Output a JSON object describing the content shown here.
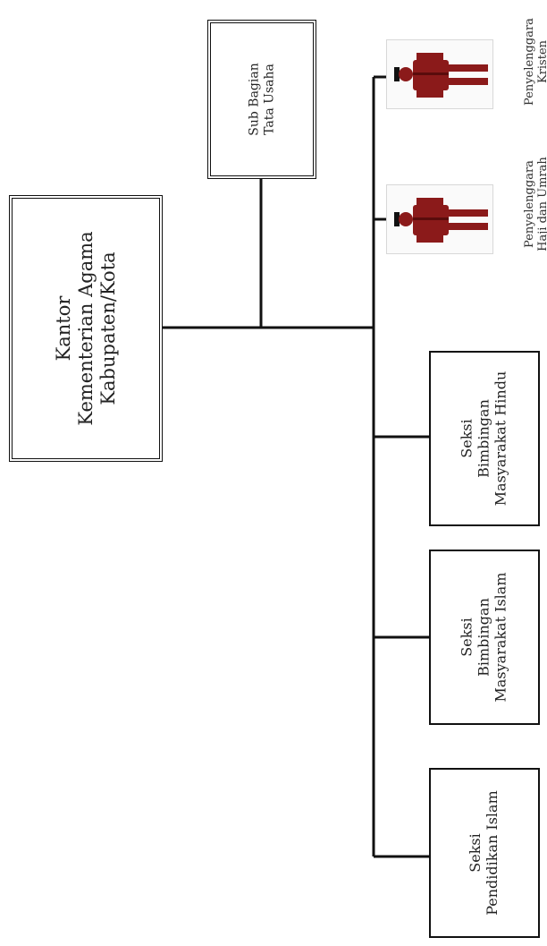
{
  "head": {
    "line1": "Kantor",
    "line2": "Kementerian Agama",
    "line3": "Kabupaten/Kota"
  },
  "sub_bagian": {
    "line1": "Sub Bagian",
    "line2": "Tata Usaha"
  },
  "seksi_hindu": {
    "line1": "Seksi",
    "line2": "Bimbingan",
    "line3": "Masyarakat Hindu"
  },
  "seksi_islam": {
    "line1": "Seksi",
    "line2": "Bimbingan",
    "line3": "Masyarakat Islam"
  },
  "seksi_pendidikan": {
    "line1": "Seksi",
    "line2": "Pendidikan Islam"
  },
  "penyelenggara_kristen": {
    "line1": "Penyelenggara",
    "line2": "Kristen"
  },
  "penyelenggara_haji": {
    "line1": "Penyelenggara",
    "line2": "Haji dan Umrah"
  },
  "colors": {
    "line": "#111111",
    "figure": "#8b1a1a",
    "figure_dark": "#5a0c0c"
  },
  "icons": {
    "figure": "person-figure-icon"
  }
}
